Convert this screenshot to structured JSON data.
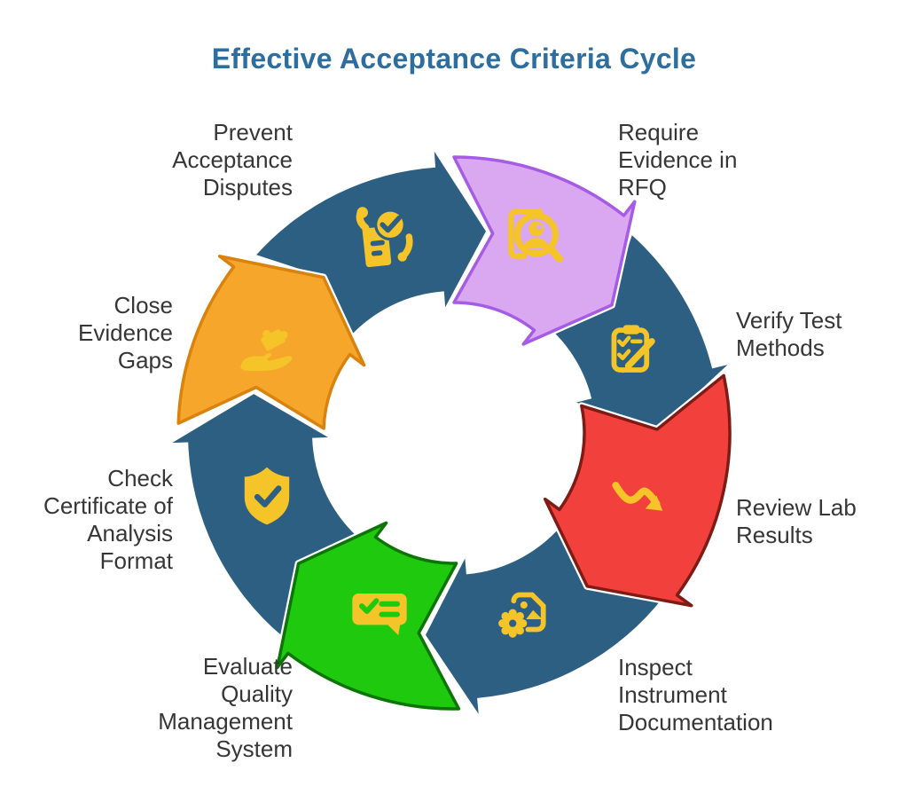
{
  "title": "Effective Acceptance Criteria Cycle",
  "colors": {
    "title": "#2D6E9E",
    "ring_blue": "#2D5F82",
    "icon_yellow": "#F4C428",
    "label_text": "#363636",
    "background": "#FFFFFF"
  },
  "steps": [
    {
      "id": "require-evidence-in-rfq",
      "label": "Require\nEvidence in\nRFQ",
      "arrow_color_name": "purple",
      "fill": "#D9A8F0",
      "border": "#A55BE3",
      "icon": "document-search-person"
    },
    {
      "id": "verify-test-methods",
      "label": "Verify Test\nMethods",
      "arrow_color_name": "blue",
      "fill": "#2D5F82",
      "border": "none",
      "icon": "clipboard-checklist-pencil"
    },
    {
      "id": "review-lab-results",
      "label": "Review Lab\nResults",
      "arrow_color_name": "red",
      "fill": "#F2403C",
      "border": "#7E1B15",
      "icon": "trend-down-arrow"
    },
    {
      "id": "inspect-instrument-documentation",
      "label": "Inspect\nInstrument\nDocumentation",
      "arrow_color_name": "blue",
      "fill": "#2D5F82",
      "border": "none",
      "icon": "image-document-gear"
    },
    {
      "id": "evaluate-quality-management-system",
      "label": "Evaluate\nQuality\nManagement\nSystem",
      "arrow_color_name": "green",
      "fill": "#1EC90E",
      "border": "#0D7506",
      "icon": "chat-checklist"
    },
    {
      "id": "check-certificate-of-analysis-format",
      "label": "Check\nCertificate of\nAnalysis\nFormat",
      "arrow_color_name": "blue",
      "fill": "#2D5F82",
      "border": "none",
      "icon": "shield-check"
    },
    {
      "id": "close-evidence-gaps",
      "label": "Close\nEvidence\nGaps",
      "arrow_color_name": "orange",
      "fill": "#F6A62B",
      "border": "#D9820E",
      "icon": "hand-puzzle"
    },
    {
      "id": "prevent-acceptance-disputes",
      "label": "Prevent\nAcceptance\nDisputes",
      "arrow_color_name": "blue",
      "fill": "#2D5F82",
      "border": "none",
      "icon": "approved-document"
    }
  ]
}
